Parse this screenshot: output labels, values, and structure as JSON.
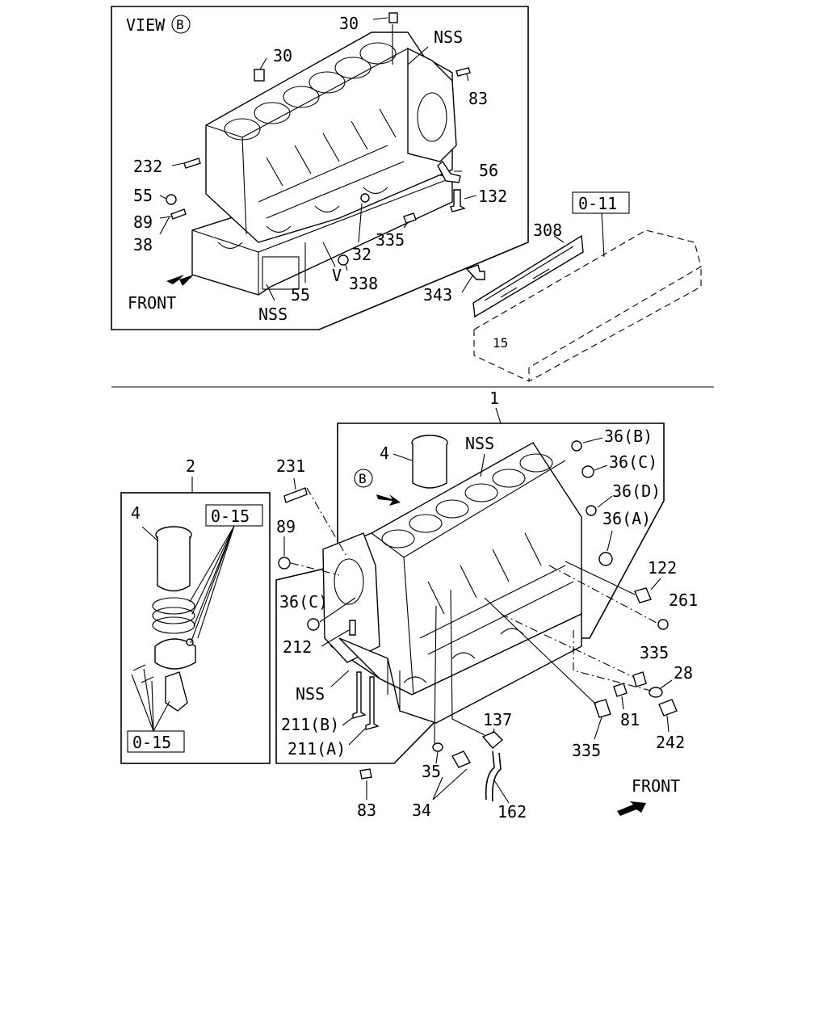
{
  "top_view": {
    "view_word": "VIEW",
    "view_letter": "B",
    "front": "FRONT",
    "ref_box": "0-11",
    "callouts": [
      "30",
      "30",
      "NSS",
      "83",
      "232",
      "56",
      "55",
      "132",
      "89",
      "38",
      "335",
      "32",
      "55",
      "338",
      "V",
      "NSS",
      "308",
      "343",
      "15"
    ]
  },
  "bottom_view": {
    "front": "FRONT",
    "view_letter": "B",
    "assembly_number": "1",
    "kit_number": "2",
    "ref_box_top": "0-15",
    "ref_box_bottom": "0-15",
    "callouts": [
      "4",
      "4",
      "NSS",
      "231",
      "89",
      "36(B)",
      "36(C)",
      "36(D)",
      "36(A)",
      "36(C)",
      "212",
      "122",
      "261",
      "NSS",
      "335",
      "28",
      "211(B)",
      "211(A)",
      "81",
      "137",
      "335",
      "242",
      "35",
      "83",
      "34",
      "162"
    ]
  }
}
